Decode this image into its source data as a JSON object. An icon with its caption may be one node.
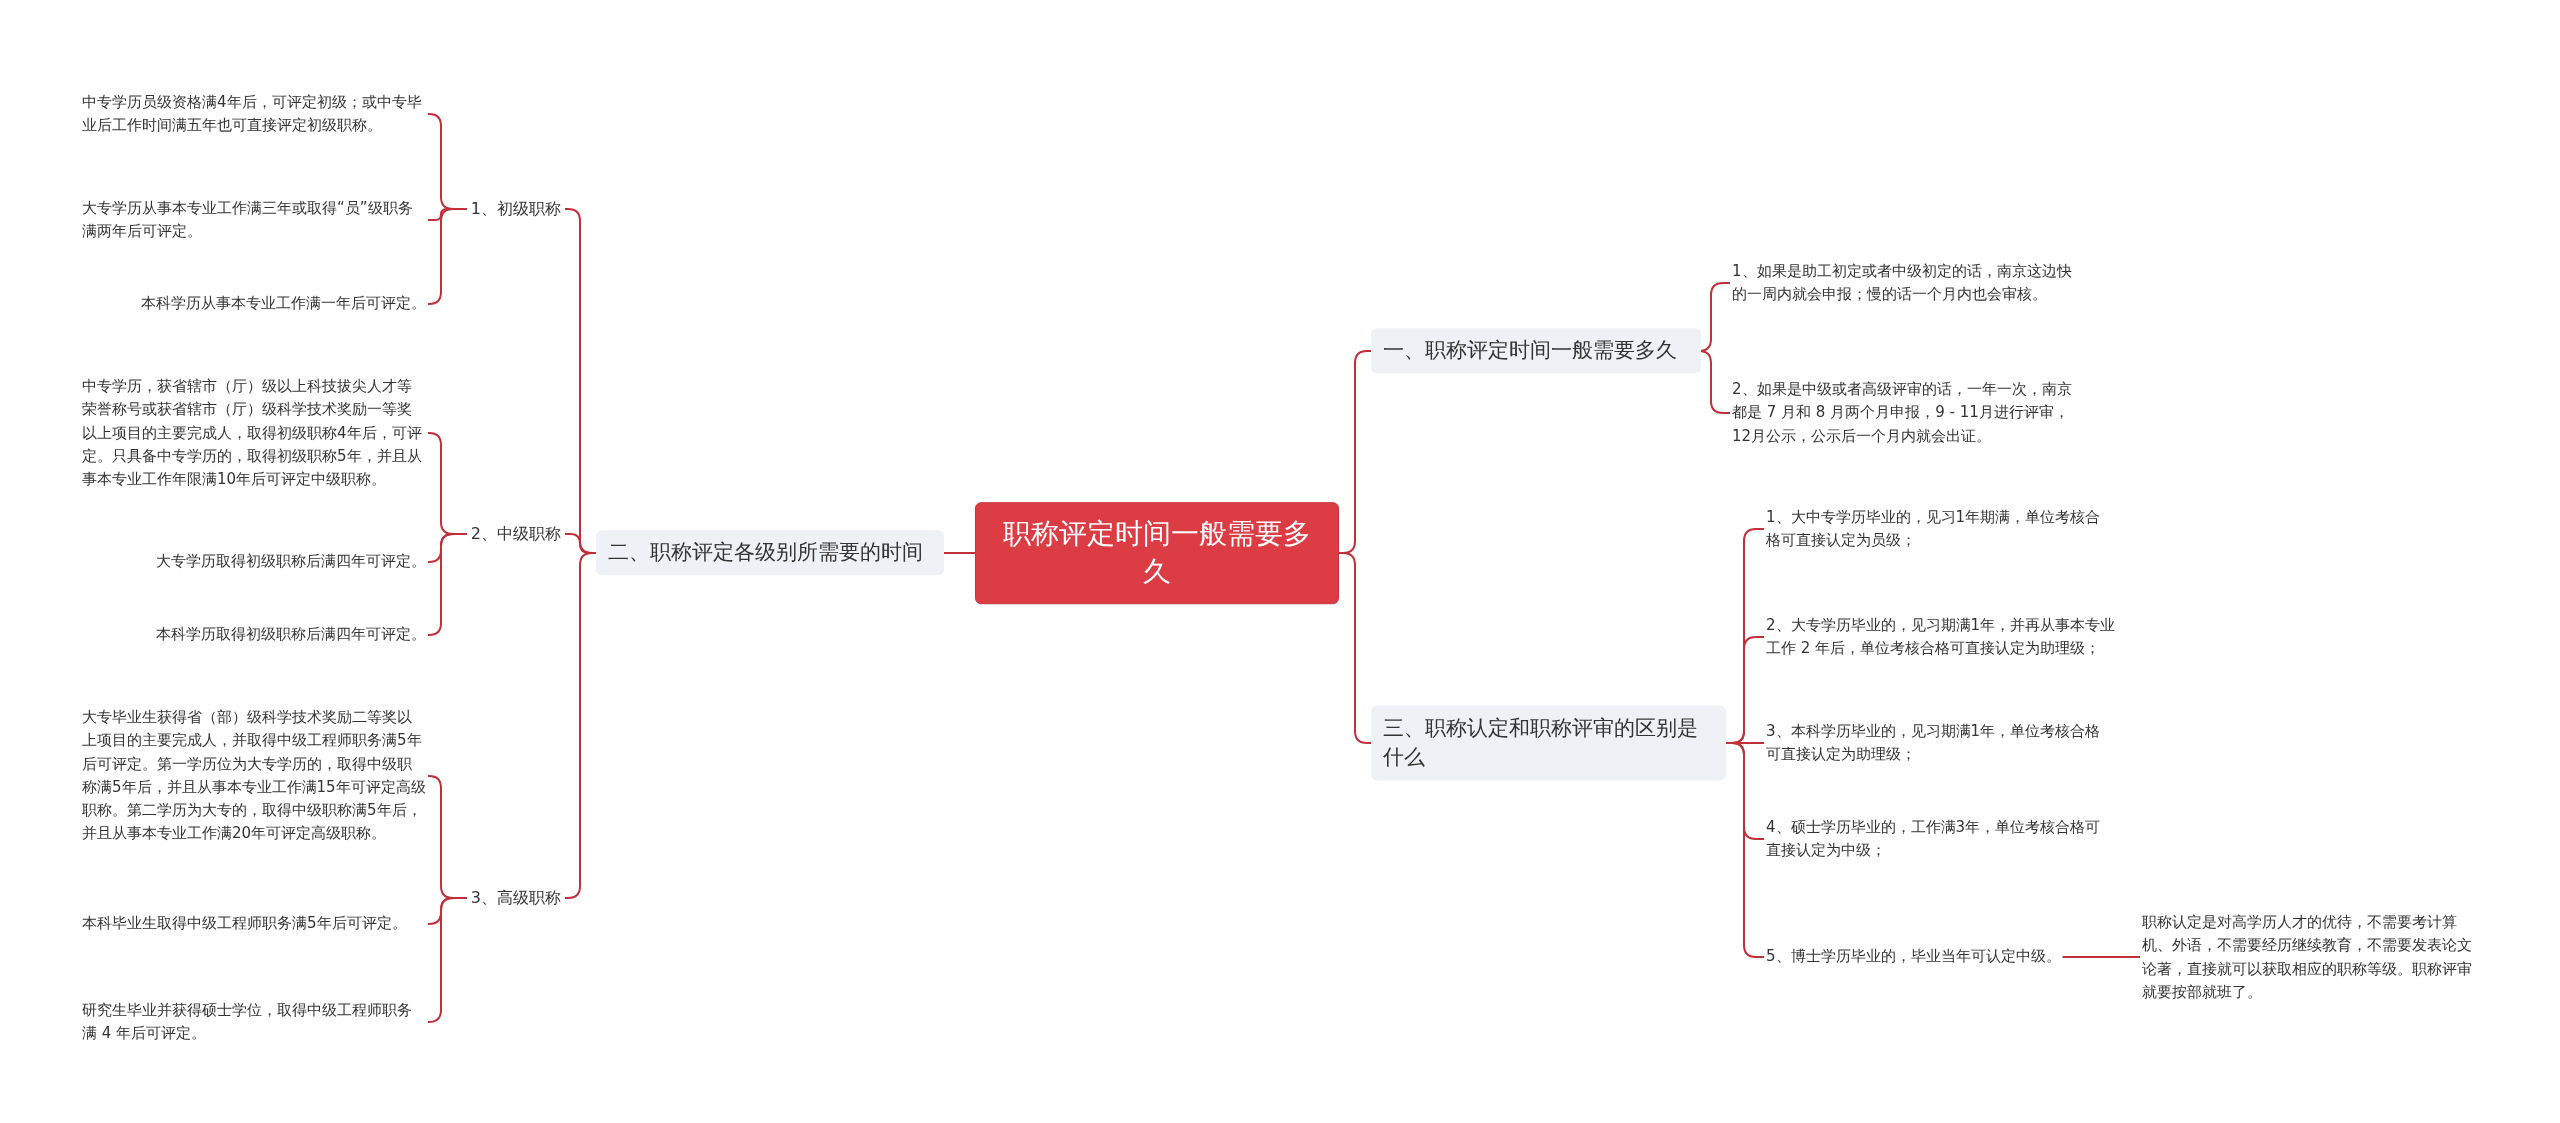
{
  "diagram": {
    "nodes": [
      {
        "text": [
          "职称评定时间一般需要多久"
        ]
      },
      {
        "text": [
          "一、职称评定时间一般需要多久"
        ]
      },
      {
        "text": [
          "1、如果是助工初定或者中级初定的话，南京这边快的一周内就会申报；慢的话一个月内也会审核。"
        ]
      },
      {
        "text": [
          "2、如果是中级或者高级评审的话，一年一次，南京都是 7 月和 8 月两个月申报，9 - 11月进行评审，12月公示，公示后一个月内就会出证。"
        ]
      },
      {
        "text": [
          "二、职称评定各级别所需要的时间"
        ]
      },
      {
        "text": [
          "1、初级职称"
        ]
      },
      {
        "text": [
          "中专学历员级资格满4年后，可评定初级；或中专毕业后工作时间满五年也可直接评定初级职称。"
        ]
      },
      {
        "text": [
          "大专学历从事本专业工作满三年或取得“员”级职务满两年后可评定。"
        ]
      },
      {
        "text": [
          "本科学历从事本专业工作满一年后可评定。"
        ]
      },
      {
        "text": [
          "2、中级职称"
        ]
      },
      {
        "text": [
          "中专学历，获省辖市（厅）级以上科技拔尖人才等荣誉称号或获省辖市（厅）级科学技术奖励一等奖以上项目的主要完成人，取得初级职称4年后，可评定。只具备中专学历的，取得初级职称5年，并且从事本专业工作年限满10年后可评定中级职称。"
        ]
      },
      {
        "text": [
          "大专学历取得初级职称后满四年可评定。"
        ]
      },
      {
        "text": [
          "本科学历取得初级职称后满四年可评定。"
        ]
      },
      {
        "text": [
          "3、高级职称"
        ]
      },
      {
        "text": [
          "大专毕业生获得省（部）级科学技术奖励二等奖以上项目的主要完成人，并取得中级工程师职务满5年后可评定。第一学历位为大专学历的，取得中级职称满5年后，并且从事本专业工作满15年可评定高级职称。第二学历为大专的，取得中级职称满5年后，并且从事本专业工作满20年可评定高级职称。"
        ]
      },
      {
        "text": [
          "本科毕业生取得中级工程师职务满5年后可评定。"
        ]
      },
      {
        "text": [
          "研究生毕业并获得硕士学位，取得中级工程师职务满 4 年后可评定。"
        ]
      },
      {
        "text": [
          "三、职称认定和职称评审的区别是什么"
        ]
      },
      {
        "text": [
          "1、大中专学历毕业的，见习1年期满，单位考核合格可直接认定为员级；"
        ]
      },
      {
        "text": [
          "2、大专学历毕业的，见习期满1年，并再从事本专业工作 2 年后，单位考核合格可直接认定为助理级；"
        ]
      },
      {
        "text": [
          "3、本科学历毕业的，见习期满1年，单位考核合格可直接认定为助理级；"
        ]
      },
      {
        "text": [
          "4、硕士学历毕业的，工作满3年，单位考核合格可直接认定为中级；"
        ]
      },
      {
        "text": [
          "5、博士学历毕业的，毕业当年可认定中级。"
        ]
      },
      {
        "text": [
          "职称认定是对高学历人才的优待，不需要考计算机、外语，不需要经历继续教育，不需要发表论文论著，直接就可以获取相应的职称等级。职称评审就要按部就班了。"
        ]
      }
    ],
    "edges": [
      {
        "from": 0,
        "to": 1,
        "arrow": "none"
      },
      {
        "from": 1,
        "to": 2,
        "arrow": "none"
      },
      {
        "from": 1,
        "to": 3,
        "arrow": "none"
      },
      {
        "from": 0,
        "to": 4,
        "arrow": "none"
      },
      {
        "from": 4,
        "to": 5,
        "arrow": "none"
      },
      {
        "from": 5,
        "to": 6,
        "arrow": "none"
      },
      {
        "from": 5,
        "to": 7,
        "arrow": "none"
      },
      {
        "from": 5,
        "to": 8,
        "arrow": "none"
      },
      {
        "from": 4,
        "to": 9,
        "arrow": "none"
      },
      {
        "from": 9,
        "to": 10,
        "arrow": "none"
      },
      {
        "from": 9,
        "to": 11,
        "arrow": "none"
      },
      {
        "from": 9,
        "to": 12,
        "arrow": "none"
      },
      {
        "from": 4,
        "to": 13,
        "arrow": "none"
      },
      {
        "from": 13,
        "to": 14,
        "arrow": "none"
      },
      {
        "from": 13,
        "to": 15,
        "arrow": "none"
      },
      {
        "from": 13,
        "to": 16,
        "arrow": "none"
      },
      {
        "from": 0,
        "to": 17,
        "arrow": "none"
      },
      {
        "from": 17,
        "to": 18,
        "arrow": "none"
      },
      {
        "from": 17,
        "to": 19,
        "arrow": "none"
      },
      {
        "from": 17,
        "to": 20,
        "arrow": "none"
      },
      {
        "from": 17,
        "to": 21,
        "arrow": "none"
      },
      {
        "from": 17,
        "to": 22,
        "arrow": "none"
      },
      {
        "from": 22,
        "to": 23,
        "arrow": "none"
      }
    ]
  }
}
